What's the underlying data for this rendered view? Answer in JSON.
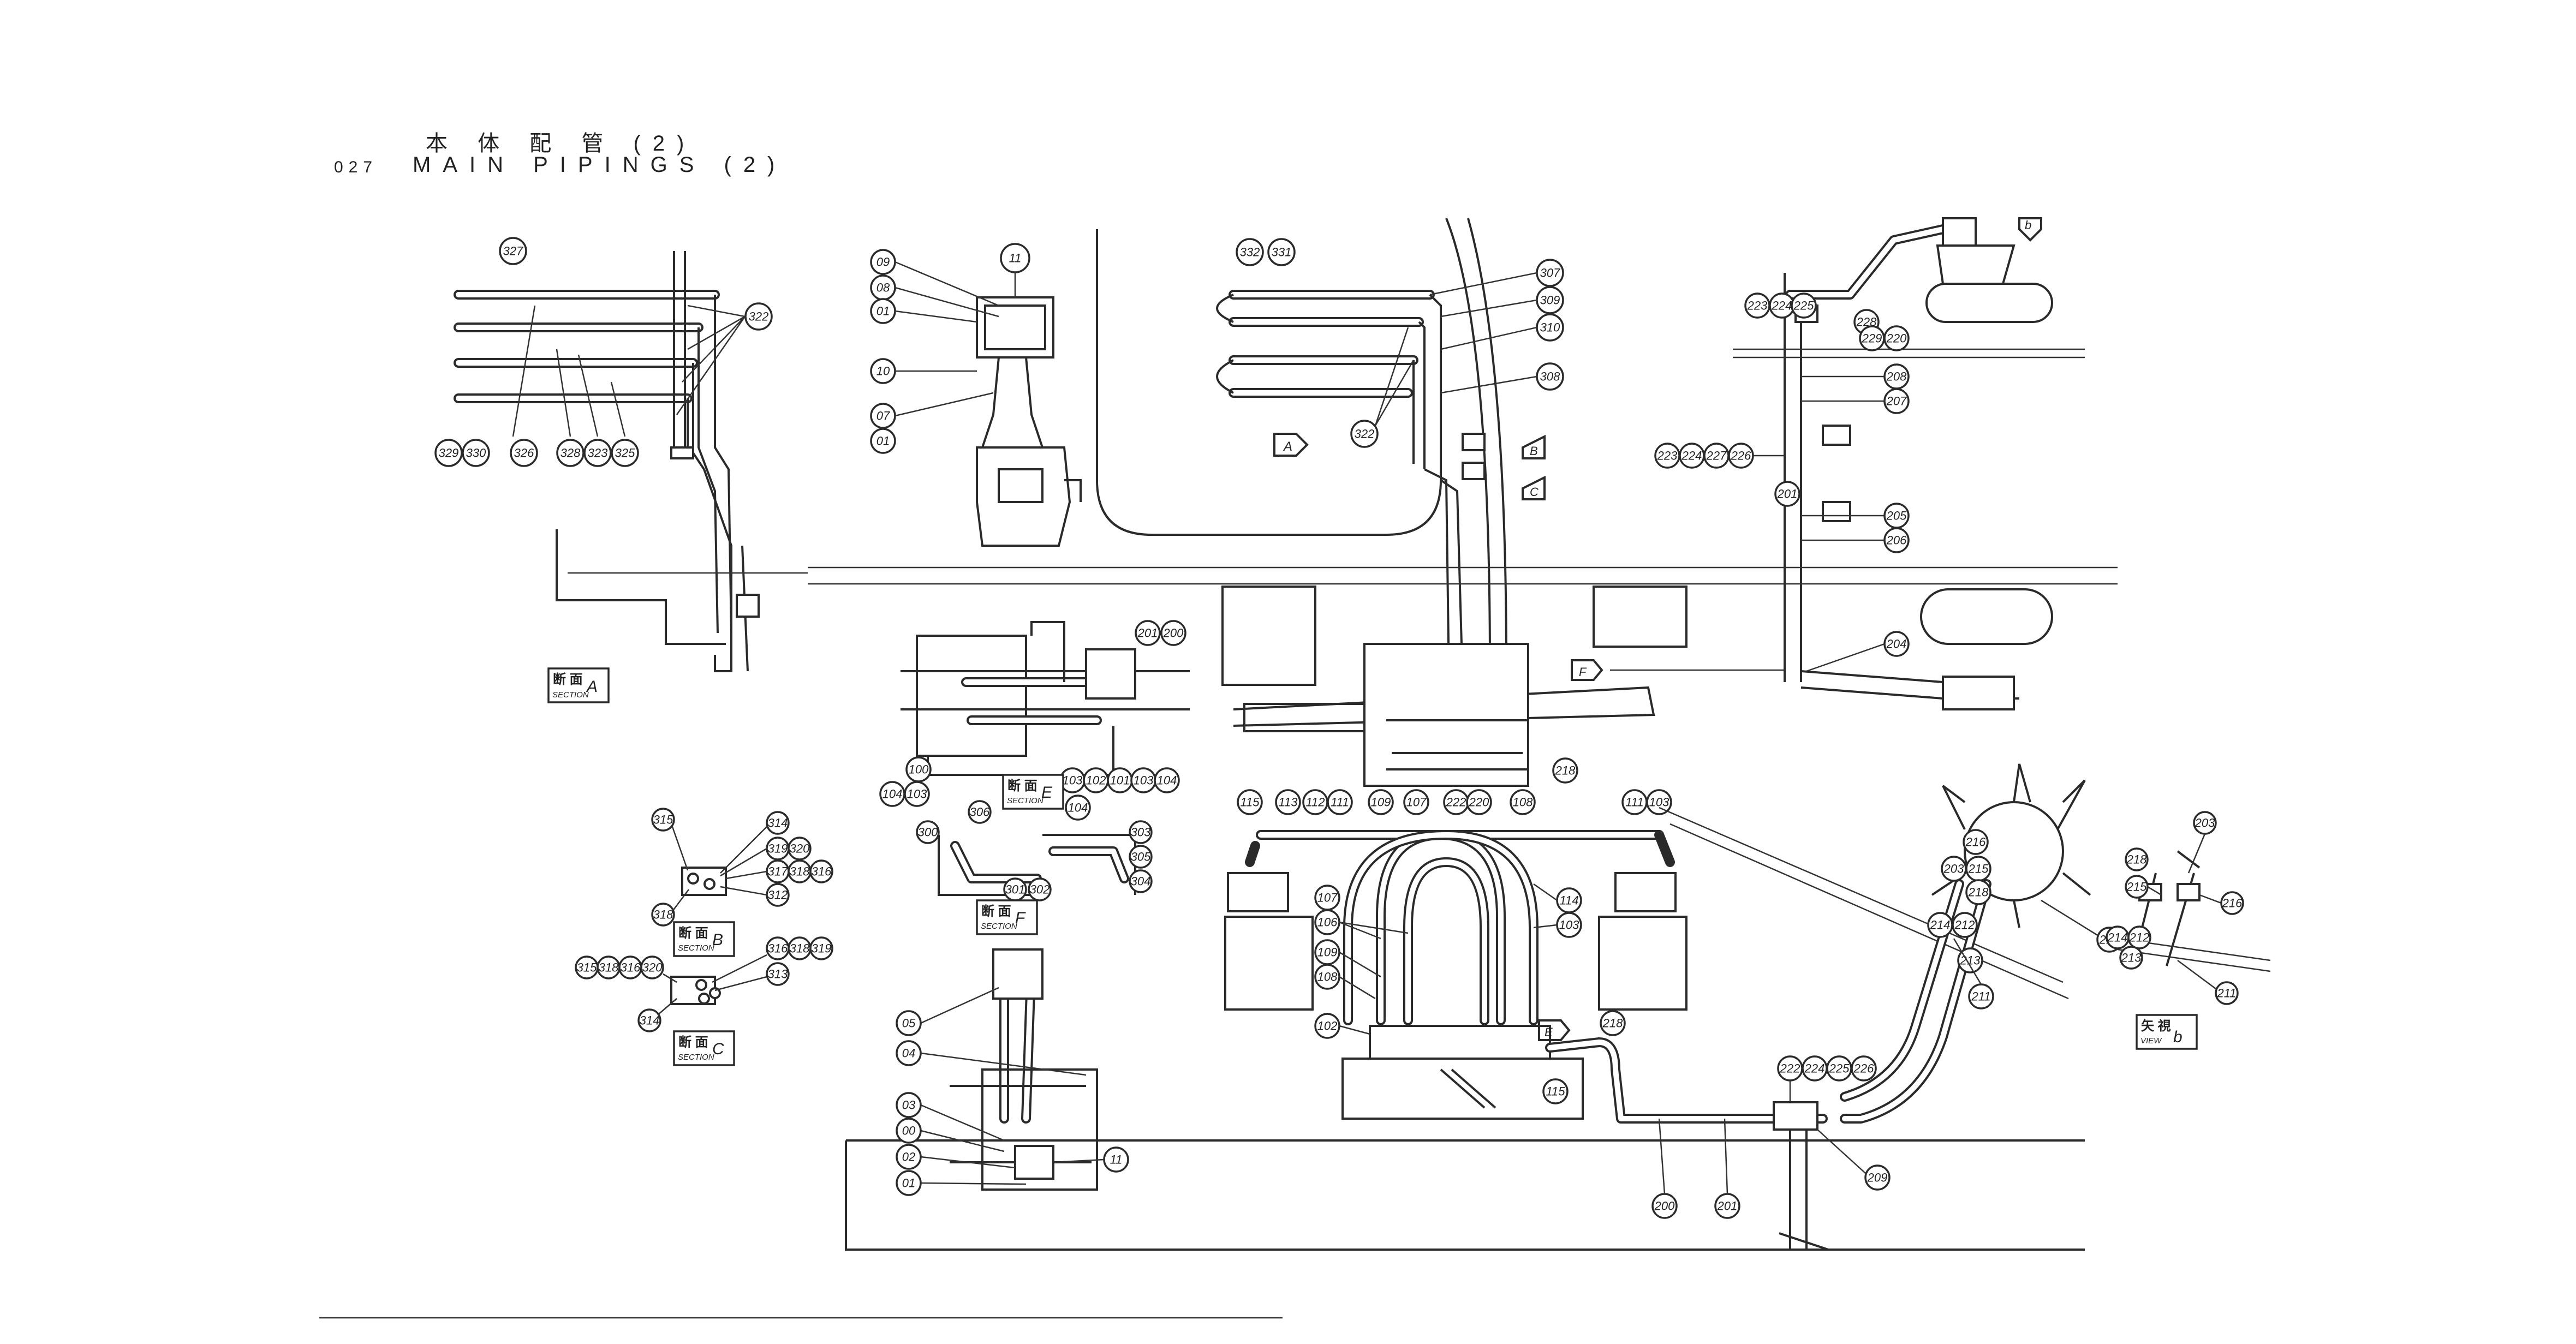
{
  "title": {
    "japanese": "本 体 配 管 (2)",
    "number": "027",
    "english": "MAIN PIPINGS (2)"
  },
  "sections": [
    {
      "jp": "断 面",
      "en": "SECTION",
      "letter": "A"
    },
    {
      "jp": "断 面",
      "en": "SECTION",
      "letter": "B"
    },
    {
      "jp": "断 面",
      "en": "SECTION",
      "letter": "C"
    },
    {
      "jp": "断 面",
      "en": "SECTION",
      "letter": "E"
    },
    {
      "jp": "断 面",
      "en": "SECTION",
      "letter": "F"
    },
    {
      "jp": "矢 視",
      "en": "VIEW",
      "letter": "b"
    }
  ],
  "view_markers": [
    "A",
    "B",
    "C",
    "E",
    "F",
    "b"
  ],
  "callouts": {
    "section_a": [
      "327",
      "322",
      "329",
      "330",
      "326",
      "328",
      "323",
      "325"
    ],
    "detail_valve": [
      "09",
      "08",
      "01",
      "11",
      "10",
      "07",
      "01"
    ],
    "view_a": [
      "332",
      "331",
      "307",
      "309",
      "310",
      "322",
      "308"
    ],
    "right_column": [
      "223",
      "224",
      "225",
      "228",
      "229",
      "220",
      "208",
      "207",
      "223",
      "224",
      "227",
      "226",
      "201",
      "205",
      "206",
      "204"
    ],
    "section_e": [
      "100",
      "104",
      "103",
      "201",
      "200",
      "102",
      "101",
      "103",
      "104",
      "104"
    ],
    "section_f": [
      "306",
      "300",
      "301",
      "302",
      "303",
      "305",
      "304"
    ],
    "section_b": [
      "315",
      "314",
      "319",
      "320",
      "317",
      "318",
      "316",
      "312",
      "318"
    ],
    "section_c": [
      "315",
      "318",
      "316",
      "320",
      "314",
      "316",
      "318",
      "319",
      "313"
    ],
    "lower_center": [
      "218",
      "115",
      "113",
      "112",
      "111",
      "109",
      "107",
      "222",
      "220",
      "108",
      "111",
      "103",
      "107",
      "106",
      "109",
      "108",
      "114",
      "103",
      "102",
      "218",
      "115"
    ],
    "lower_left": [
      "05",
      "04",
      "03",
      "00",
      "02",
      "01",
      "11"
    ],
    "lower_right": [
      "216",
      "203",
      "215",
      "218",
      "214",
      "212",
      "213",
      "215",
      "211",
      "222",
      "224",
      "225",
      "226",
      "200",
      "201",
      "209"
    ],
    "view_b": [
      "203",
      "218",
      "215",
      "216",
      "214",
      "212",
      "213",
      "211"
    ]
  }
}
